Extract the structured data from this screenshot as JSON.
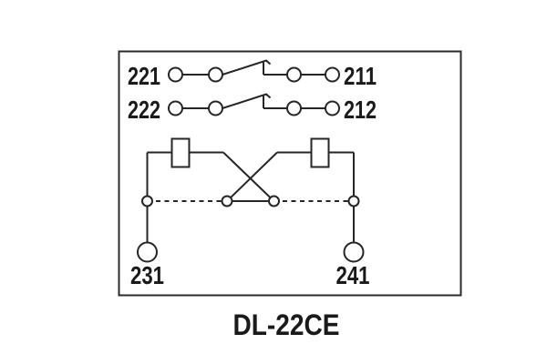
{
  "page": {
    "background_color": "#ffffff"
  },
  "diagram": {
    "kind": "relay-terminal-wiring-schematic",
    "model_label": "DL-22CE",
    "line_color": "#262626",
    "text_color": "#1a1a1a",
    "contact_rows": [
      {
        "left_label": "221",
        "right_label": "211"
      },
      {
        "left_label": "222",
        "right_label": "212"
      }
    ],
    "bottom_terminals": [
      {
        "label": "231"
      },
      {
        "label": "241"
      }
    ]
  }
}
